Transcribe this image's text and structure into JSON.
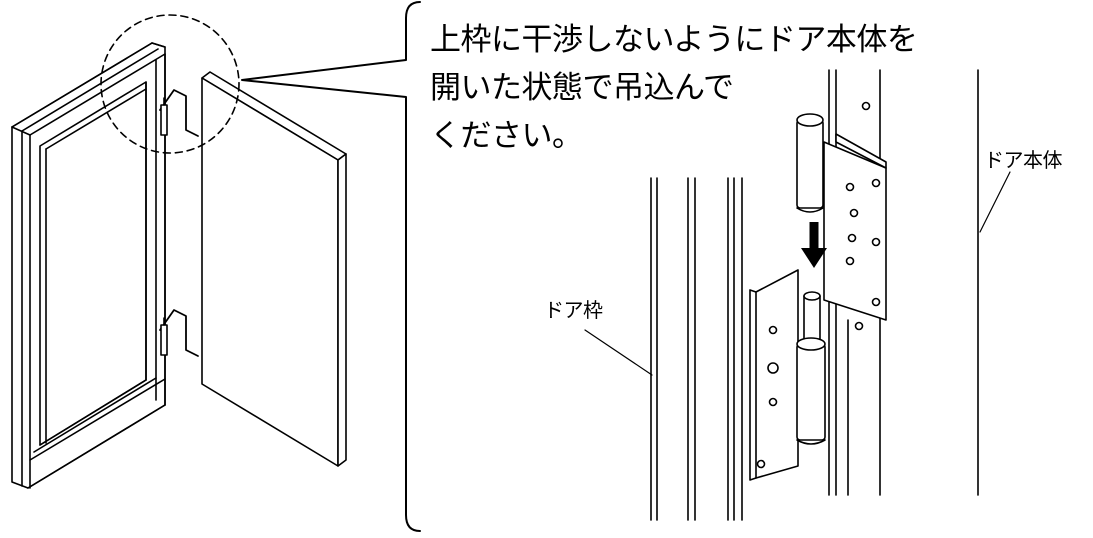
{
  "instruction": {
    "lines": [
      "上枠に干渉しないようにドア本体を",
      "開いた状態で吊込んで",
      "ください。"
    ]
  },
  "labels": {
    "door_frame": "ドア枠",
    "door_body": "ドア本体"
  }
}
